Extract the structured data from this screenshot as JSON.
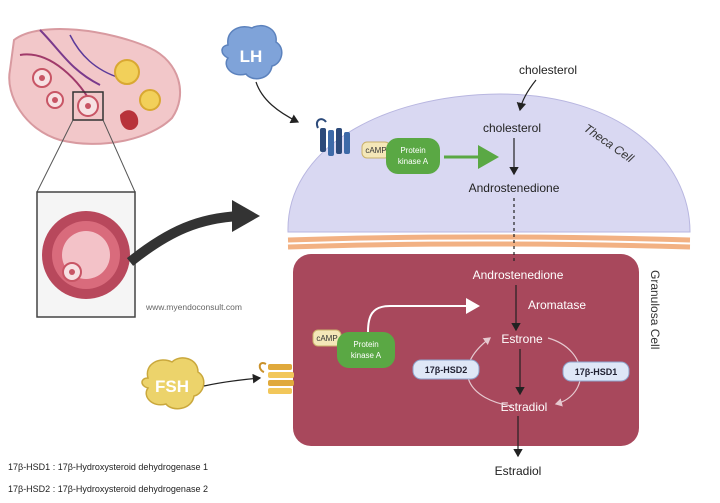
{
  "theca": {
    "outside_cholesterol": "cholesterol",
    "cholesterol": "cholesterol",
    "androstenedione": "Androstenedione",
    "cell_label": "Theca Cell",
    "camp": "cAMP",
    "pka_line1": "Protein",
    "pka_line2": "kinase A",
    "hormone": "LH"
  },
  "granulosa": {
    "androstenedione": "Androstenedione",
    "aromatase": "Aromatase",
    "estrone": "Estrone",
    "estradiol": "Estradiol",
    "hsd2": "17β-HSD2",
    "hsd1": "17β-HSD1",
    "cell_label": "Granulosa Cell",
    "camp": "cAMP",
    "pka_line1": "Protein",
    "pka_line2": "kinase A",
    "hormone": "FSH"
  },
  "output_estradiol": "Estradiol",
  "watermark": "www.myendoconsult.com",
  "legend": [
    "17β-HSD1 : 17β-Hydroxysteroid dehydrogenase 1",
    "17β-HSD2 : 17β-Hydroxysteroid dehydrogenase 2"
  ],
  "colors": {
    "theca_fill": "#d9d8f2",
    "granulosa_fill": "#a8485c",
    "pka_fill": "#5aa844",
    "camp_fill": "#f4e7b8",
    "lh_fill": "#7fa3d9",
    "fsh_fill": "#ecd36b",
    "hsd_fill": "#dfe7f7"
  }
}
